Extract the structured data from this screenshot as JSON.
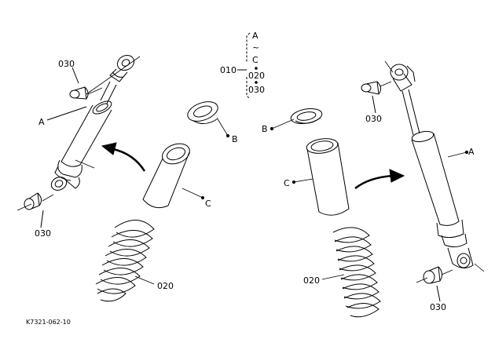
{
  "callouts": {
    "left_030_top": "030",
    "left_a": "A",
    "left_030_bottom": "030",
    "left_b": "B",
    "left_c": "C",
    "left_020": "020",
    "group_010": "010",
    "group_a": "A",
    "group_tilde": "~",
    "group_c": "C",
    "group_020": "020",
    "group_030": "030",
    "right_b": "B",
    "right_030_top": "030",
    "right_c": "C",
    "right_a": "A",
    "right_020": "020",
    "right_030_bottom": "030"
  },
  "reference_code": "K7321-062-10",
  "colors": {
    "line": "#000000",
    "background": "#ffffff"
  }
}
